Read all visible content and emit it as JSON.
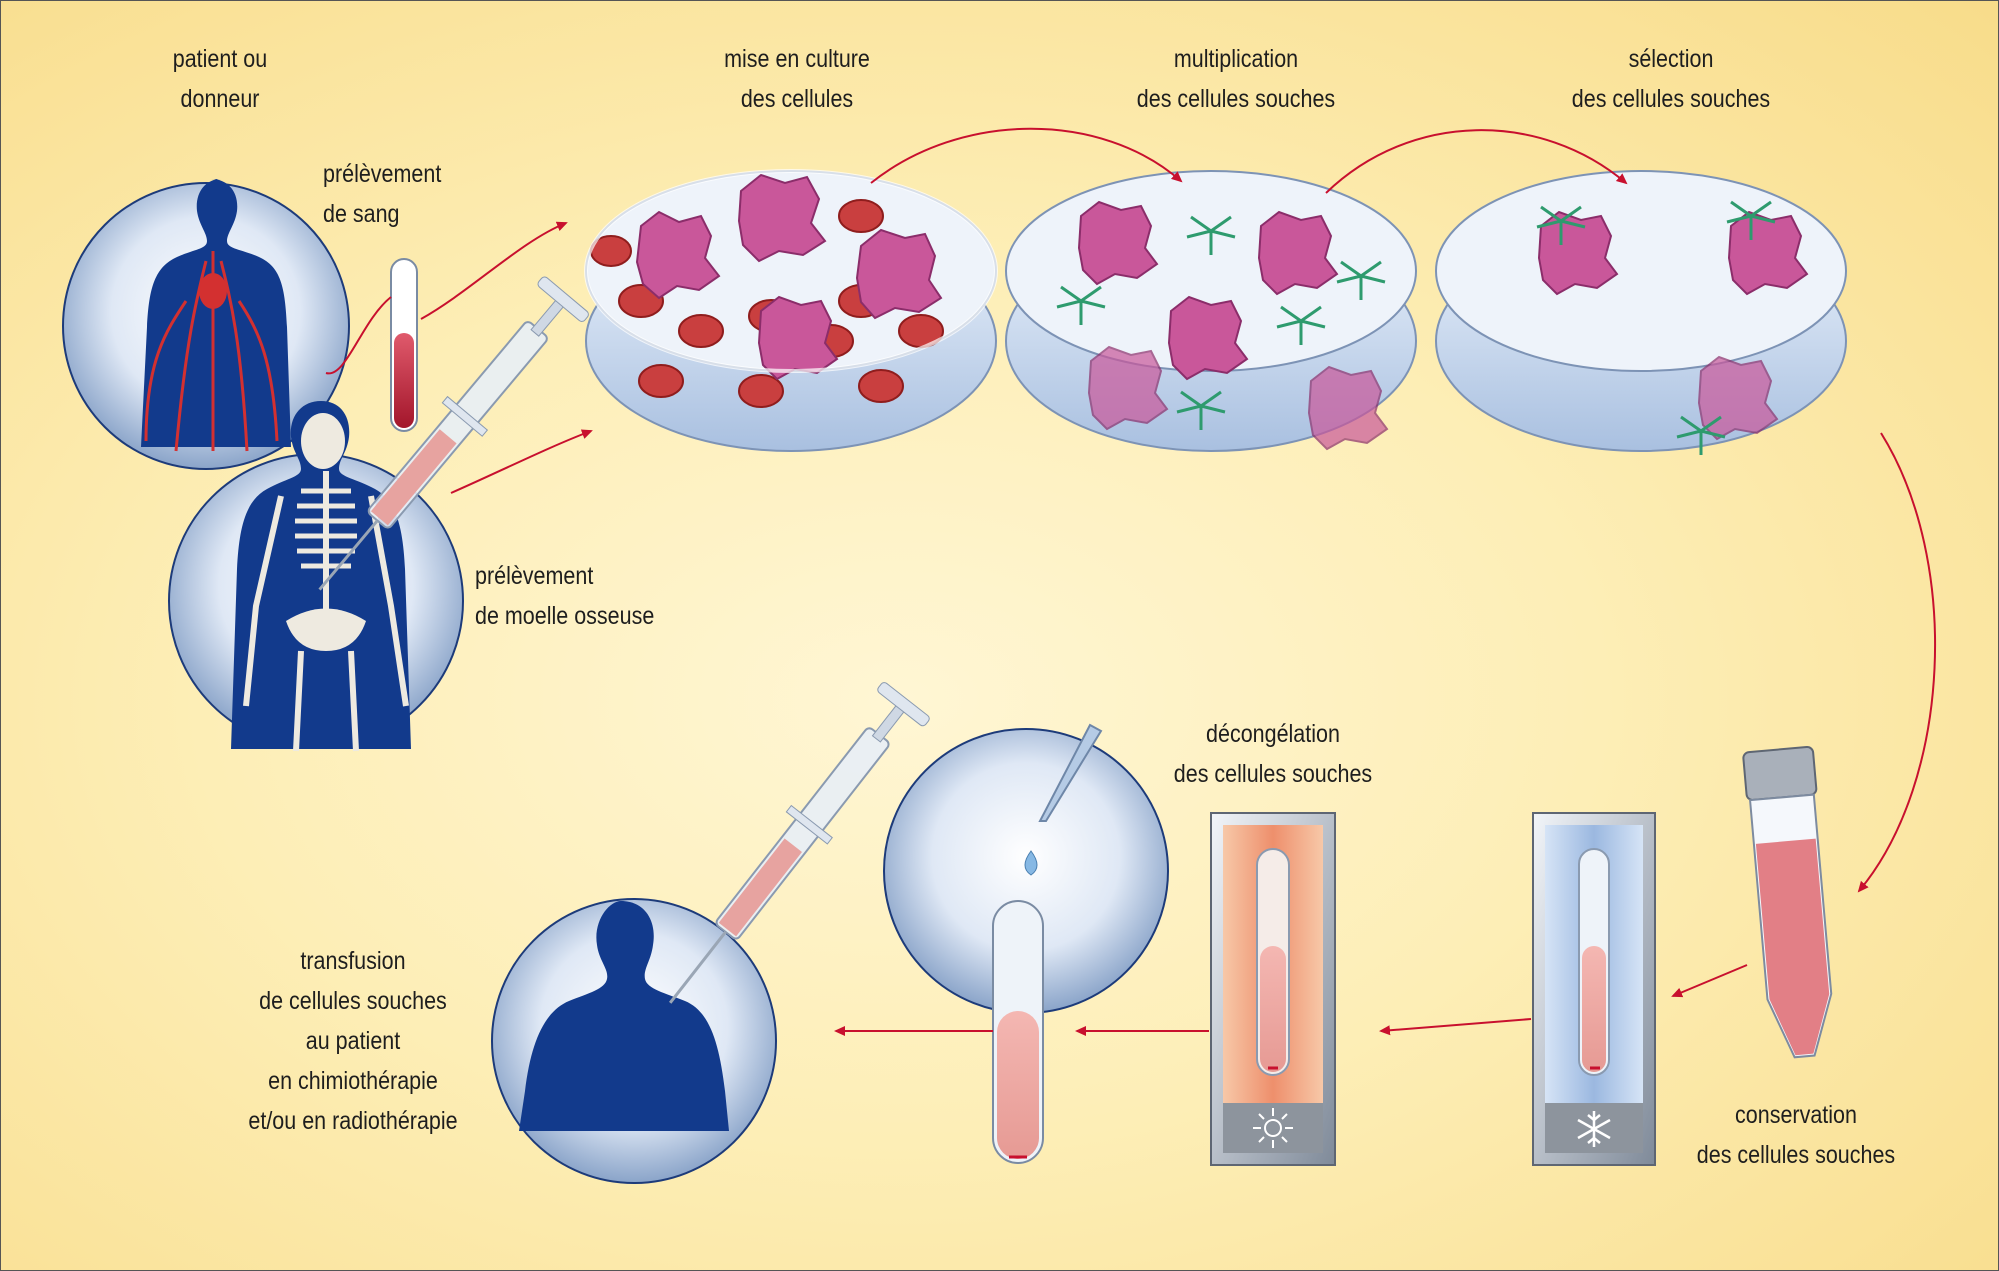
{
  "labels": {
    "patient": [
      "patient ou",
      "donneur"
    ],
    "culture": [
      "mise en culture",
      "des cellules"
    ],
    "multiplication": [
      "multiplication",
      "des cellules souches"
    ],
    "selection": [
      "sélection",
      "des cellules souches"
    ],
    "sang": [
      "prélèvement",
      "de sang"
    ],
    "moelle": [
      "prélèvement",
      "de moelle osseuse"
    ],
    "decongelation": [
      "décongélation",
      "des cellules souches"
    ],
    "conservation": [
      "conservation",
      "des cellules souches"
    ],
    "transfusion": [
      "transfusion",
      "de cellules souches",
      "au patient",
      "en chimiothérapie",
      "et/ou en radiothérapie"
    ]
  },
  "icons": {
    "freeze": "snowflake-icon",
    "thaw": "sun-icon"
  },
  "colors": {
    "arrow": "#c8102e",
    "silhouette": "#123a8c",
    "cell": "#c9579a",
    "blood": "#c0283a",
    "branch_cell": "#2e9b6e"
  }
}
